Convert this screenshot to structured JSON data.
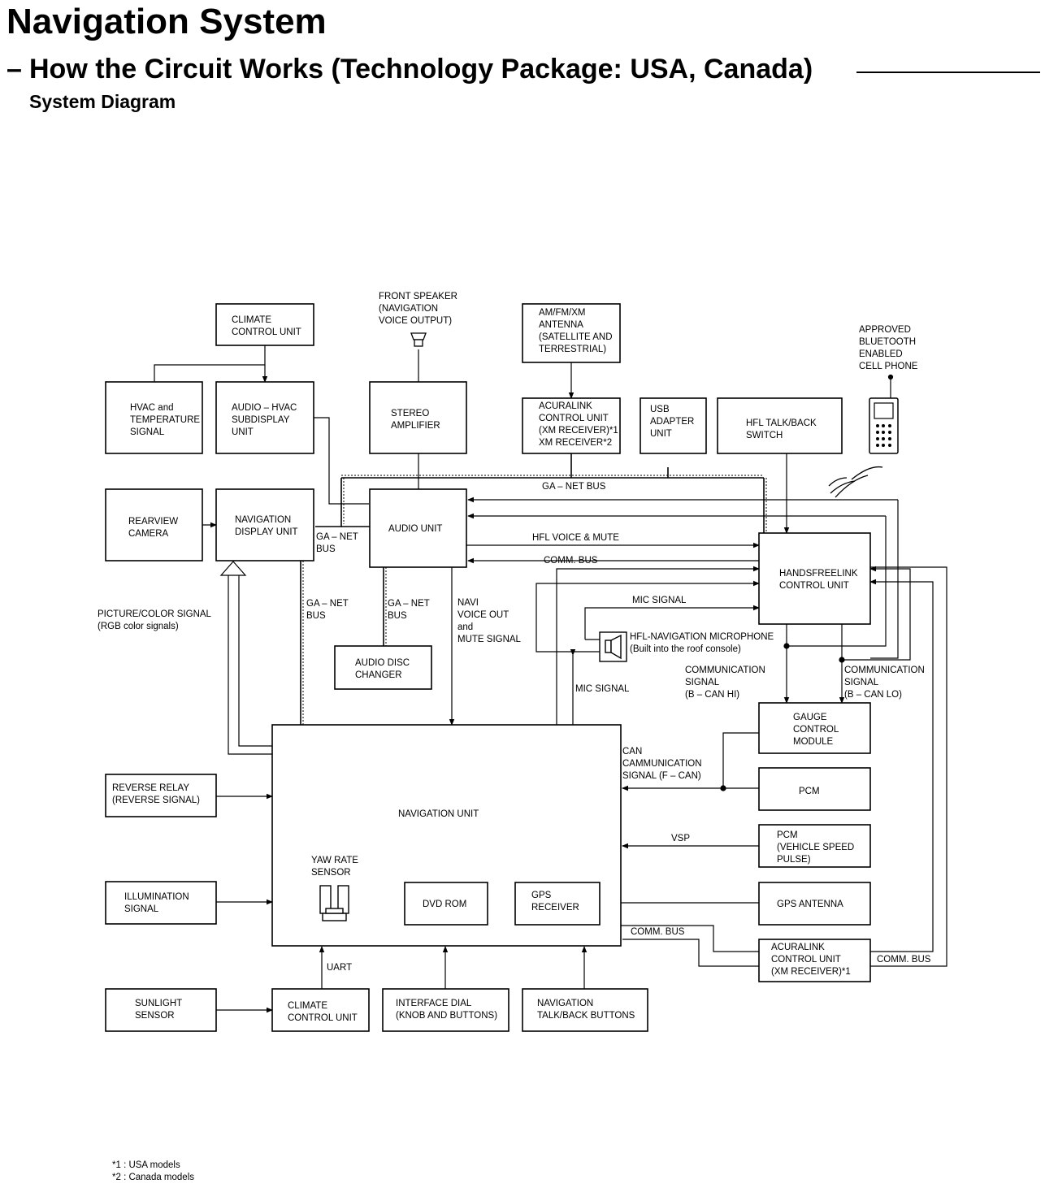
{
  "header": {
    "title": "Navigation System",
    "dash": "–",
    "subtitle": "How the Circuit Works (Technology Package: USA, Canada)",
    "section": "System Diagram"
  },
  "boxes": {
    "climate_top": [
      "CLIMATE",
      "CONTROL UNIT"
    ],
    "hvac_temp": [
      "HVAC and",
      "TEMPERATURE",
      "SIGNAL"
    ],
    "audio_hvac": [
      "AUDIO – HVAC",
      "SUBDISPLAY",
      "UNIT"
    ],
    "stereo_amp": [
      "STEREO",
      "AMPLIFIER"
    ],
    "antenna": [
      "AM/FM/XM",
      "ANTENNA",
      "(SATELLITE AND",
      "TERRESTRIAL)"
    ],
    "acuralink_top": [
      "ACURALINK",
      "CONTROL UNIT",
      "(XM RECEIVER)*1",
      "XM RECEIVER*2"
    ],
    "usb": [
      "USB",
      "ADAPTER",
      "UNIT"
    ],
    "hfl_switch": [
      "HFL TALK/BACK",
      "SWITCH"
    ],
    "rearview": [
      "REARVIEW",
      "CAMERA"
    ],
    "nav_display": [
      "NAVIGATION",
      "DISPLAY UNIT"
    ],
    "audio_unit": [
      "AUDIO UNIT"
    ],
    "handsfree": [
      "HANDSFREELINK",
      "CONTROL UNIT"
    ],
    "disc_changer": [
      "AUDIO DISC",
      "CHANGER"
    ],
    "gauge": [
      "GAUGE",
      "CONTROL",
      "MODULE"
    ],
    "pcm": [
      "PCM"
    ],
    "pcm_vsp": [
      "PCM",
      "(VEHICLE SPEED",
      "PULSE)"
    ],
    "gps_antenna": [
      "GPS ANTENNA"
    ],
    "acuralink_bottom": [
      "ACURALINK",
      "CONTROL UNIT",
      "(XM RECEIVER)*1"
    ],
    "reverse_relay": [
      "REVERSE RELAY",
      "(REVERSE SIGNAL)"
    ],
    "illumination": [
      "ILLUMINATION",
      "SIGNAL"
    ],
    "sunlight": [
      "SUNLIGHT",
      "SENSOR"
    ],
    "climate_bottom": [
      "CLIMATE",
      "CONTROL UNIT"
    ],
    "interface_dial": [
      "INTERFACE DIAL",
      "(KNOB AND BUTTONS)"
    ],
    "nav_talkback": [
      "NAVIGATION",
      "TALK/BACK BUTTONS"
    ],
    "nav_unit": [
      "NAVIGATION UNIT"
    ],
    "dvd_rom": [
      "DVD ROM"
    ],
    "gps_receiver": [
      "GPS",
      "RECEIVER"
    ]
  },
  "labels": {
    "front_speaker": [
      "FRONT SPEAKER",
      "(NAVIGATION",
      "VOICE OUTPUT)"
    ],
    "phone": [
      "APPROVED",
      "BLUETOOTH",
      "ENABLED",
      "CELL PHONE"
    ],
    "ga_net_bus_top": [
      "GA – NET BUS"
    ],
    "ga_net_bus_display": [
      "GA – NET",
      "BUS"
    ],
    "ga_net_bus_left": [
      "GA – NET",
      "BUS"
    ],
    "ga_net_bus_disc": [
      "GA – NET",
      "BUS"
    ],
    "hfl_voice_mute": [
      "HFL VOICE & MUTE"
    ],
    "comm_bus_audio": [
      "COMM. BUS"
    ],
    "mic_signal_top": [
      "MIC SIGNAL"
    ],
    "microphone": [
      "HFL-NAVIGATION MICROPHONE",
      "(Built into the roof console)"
    ],
    "navi_voice": [
      "NAVI",
      "VOICE OUT",
      "and",
      "MUTE SIGNAL"
    ],
    "picture_signal": [
      "PICTURE/COLOR SIGNAL",
      "(RGB color signals)"
    ],
    "mic_signal_bottom": [
      "MIC SIGNAL"
    ],
    "comm_b_can_hi": [
      "COMMUNICATION",
      "SIGNAL",
      "(B – CAN HI)"
    ],
    "comm_b_can_lo": [
      "COMMUNICATION",
      "SIGNAL",
      "(B – CAN LO)"
    ],
    "can_signal": [
      "CAN",
      "CAMMUNICATION",
      "SIGNAL (F – CAN)"
    ],
    "vsp": [
      "VSP"
    ],
    "comm_bus_nav": [
      "COMM. BUS"
    ],
    "comm_bus_right": [
      "COMM. BUS"
    ],
    "yaw_rate": [
      "YAW RATE",
      "SENSOR"
    ],
    "uart": [
      "UART"
    ]
  },
  "footnotes": [
    "*1 : USA models",
    "*2 : Canada models"
  ]
}
